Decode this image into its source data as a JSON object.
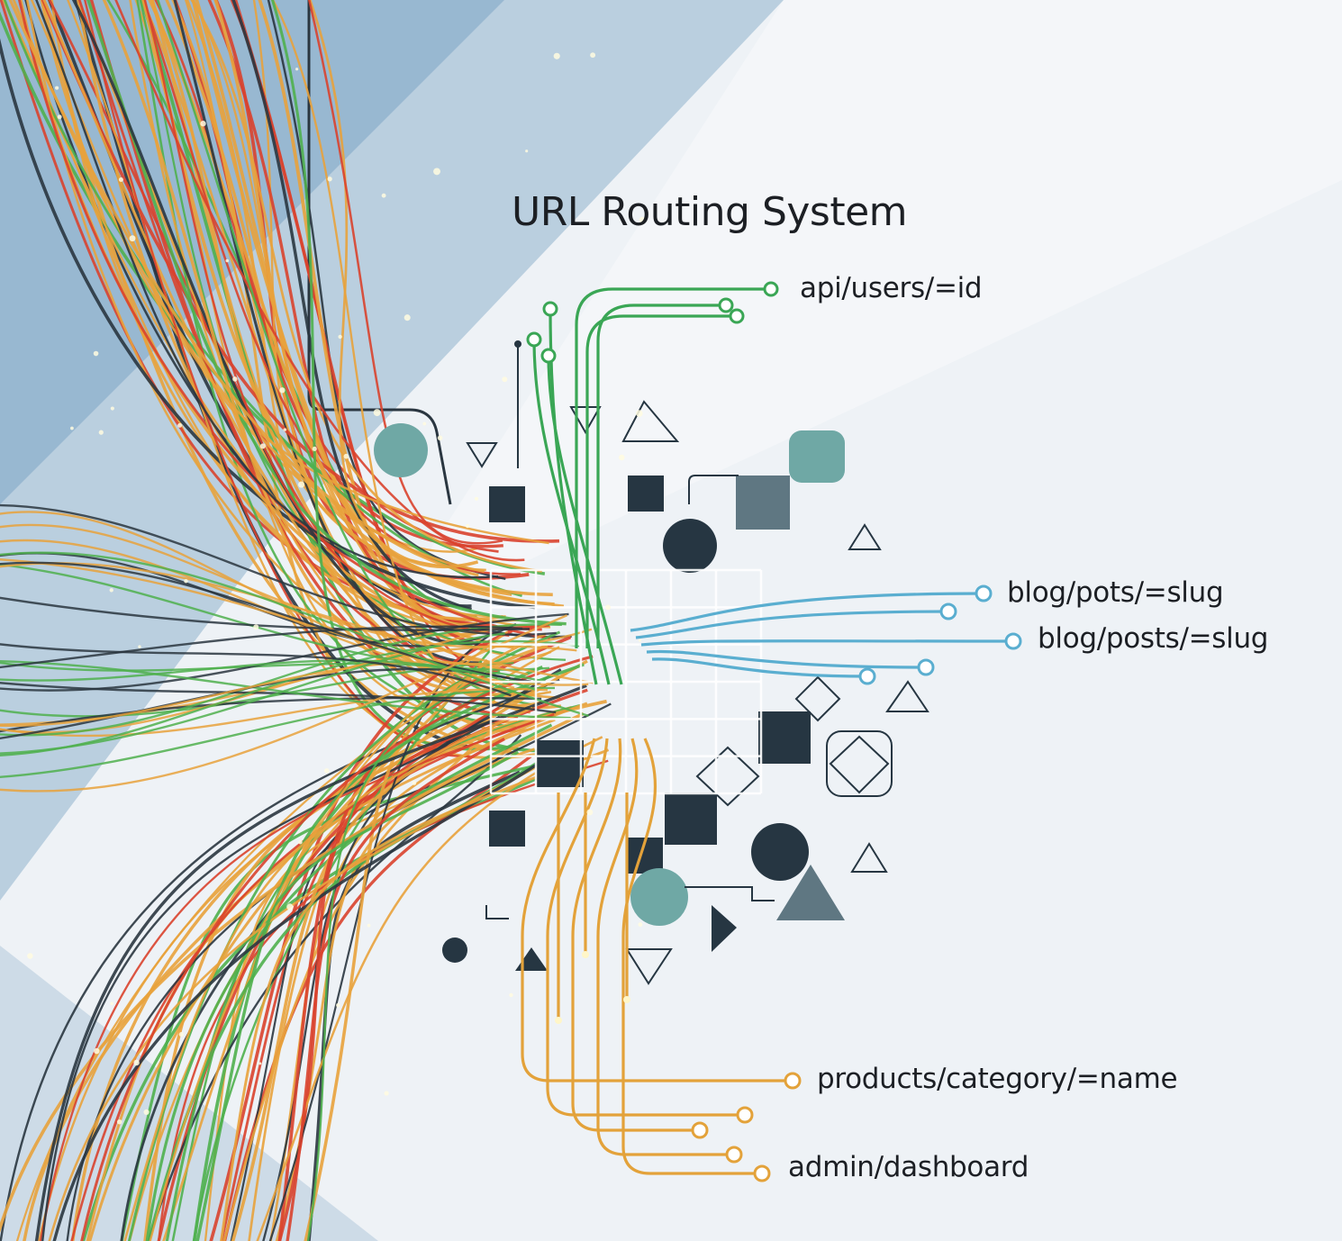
{
  "diagram": {
    "title": "URL Routing System",
    "routes": [
      {
        "label": "api/users/=id",
        "color": "#3aa655"
      },
      {
        "label": "blog/pots/=slug",
        "color": "#5aaed0"
      },
      {
        "label": "blog/posts/=slug",
        "color": "#5aaed0"
      },
      {
        "label": "products/category/=name",
        "color": "#e3a23a"
      },
      {
        "label": "admin/dashboard",
        "color": "#e3a23a"
      }
    ]
  },
  "colors": {
    "background": "#eef2f6",
    "band_blue": "#8fb3cc",
    "wire_orange": "#e8a23c",
    "wire_red": "#d9432e",
    "wire_dark": "#2a3640",
    "wire_green": "#4fb04e",
    "wire_blue": "#5aaed0",
    "shape_teal": "#6fa8a5",
    "shape_dark": "#263642"
  }
}
